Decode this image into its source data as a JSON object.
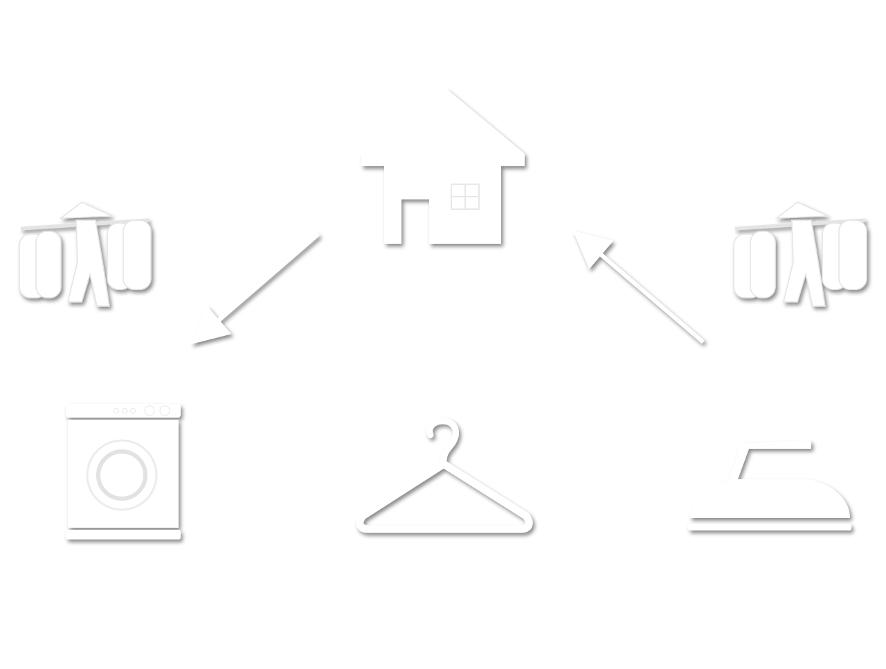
{
  "diagram": {
    "nodes": [
      {
        "id": "house",
        "icon": "house-icon"
      },
      {
        "id": "washer",
        "icon": "washing-machine-icon"
      },
      {
        "id": "hanger",
        "icon": "clothes-hanger-icon"
      },
      {
        "id": "iron",
        "icon": "iron-icon"
      },
      {
        "id": "carrier-left",
        "icon": "laundry-carrier-icon"
      },
      {
        "id": "carrier-right",
        "icon": "laundry-carrier-icon"
      }
    ],
    "edges": [
      {
        "from": "house",
        "to": "washer"
      },
      {
        "from": "washer",
        "to": "hanger"
      },
      {
        "from": "hanger",
        "to": "iron"
      },
      {
        "from": "iron",
        "to": "house"
      }
    ],
    "colors": {
      "background": "#ffffff",
      "icon_fill": "#ffffff",
      "shadow": "#000000"
    }
  }
}
